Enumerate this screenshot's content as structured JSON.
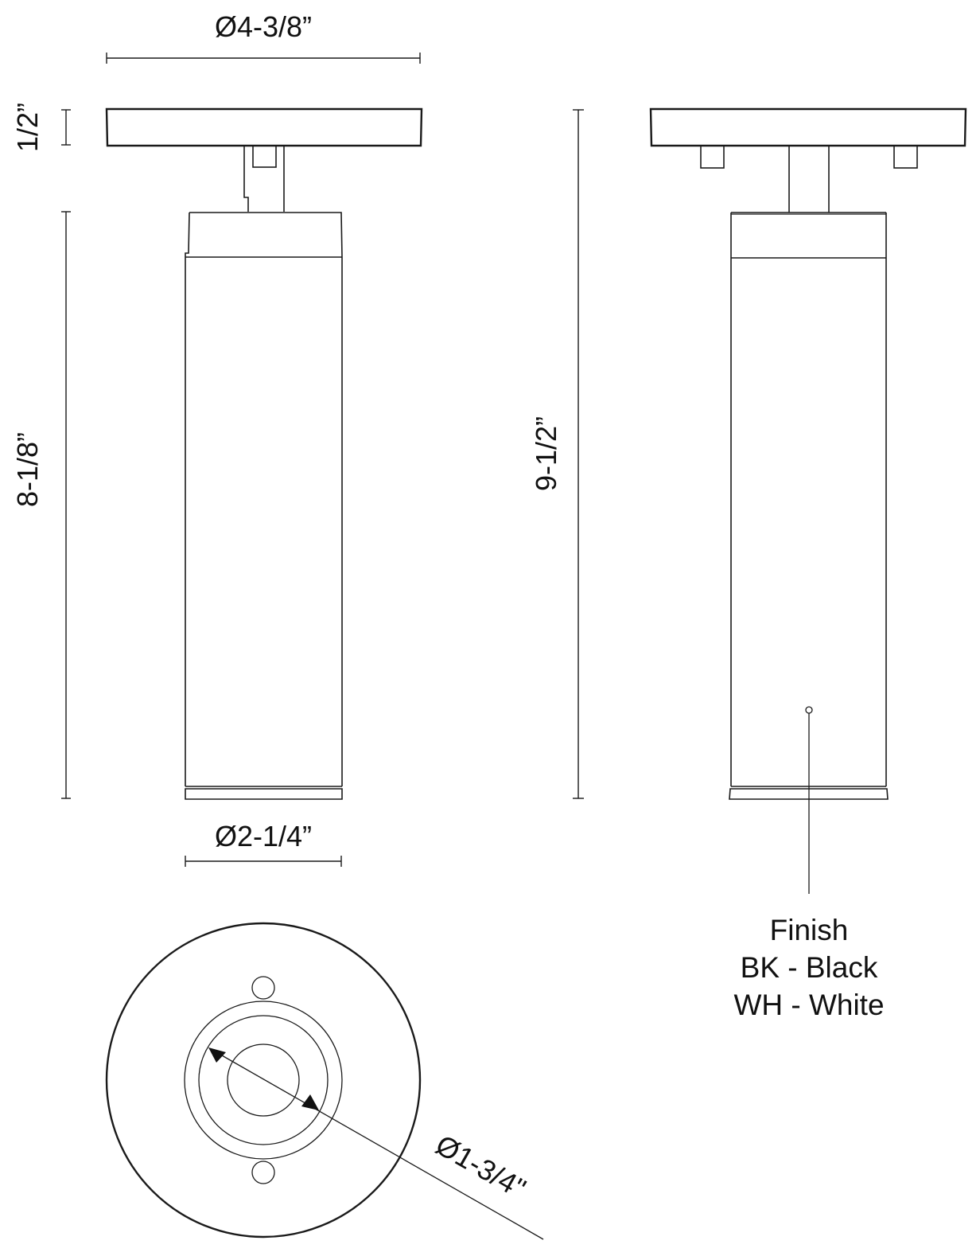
{
  "drawing": {
    "front_view": {
      "canopy_diameter": "Ø4-3/8”",
      "canopy_height": "1/2”",
      "body_height": "8-1/8”",
      "body_diameter": "Ø2-1/4”"
    },
    "side_view": {
      "overall_height": "9-1/2”"
    },
    "bottom_view": {
      "aperture_diameter": "Ø1-3/4\""
    },
    "finish_note": {
      "title": "Finish",
      "options": [
        {
          "label": "BK - Black"
        },
        {
          "label": "WH - White"
        }
      ]
    },
    "colors": {
      "line": "#1a1a1a",
      "background": "#ffffff"
    }
  }
}
